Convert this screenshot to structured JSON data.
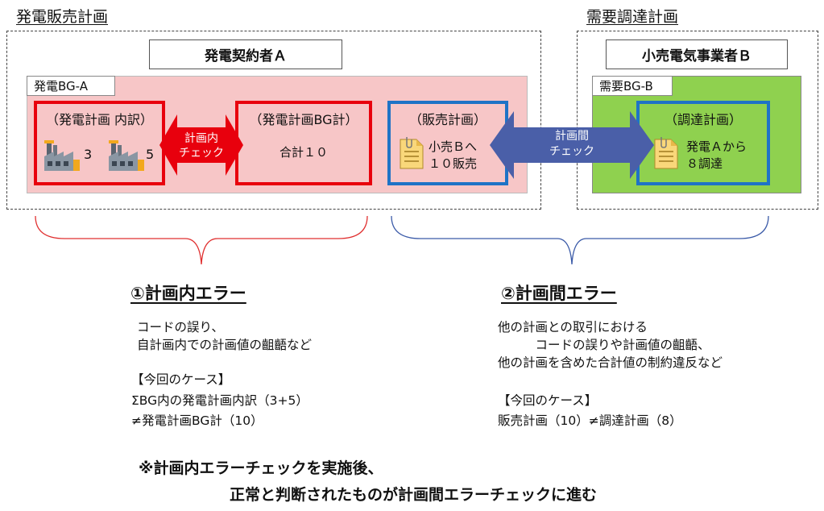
{
  "sales_plan": {
    "title": "発電販売計画",
    "contractor_label": "発電契約者Ａ",
    "bg_label": "発電BG-A",
    "breakdown_title": "（発電計画 内訳）",
    "unit1_value": "3",
    "unit2_value": "5",
    "bg_total_title": "（発電計画BG計）",
    "bg_total_text": "合計１０",
    "sales_title": "（販売計画）",
    "sales_text_1": "小売Ｂへ",
    "sales_text_2": "１０販売"
  },
  "procurement_plan": {
    "title": "需要調達計画",
    "retailer_label": "小売電気事業者Ｂ",
    "bg_label": "需要BG-B",
    "procure_title": "（調達計画）",
    "procure_text_1": "発電Ａから",
    "procure_text_2": "８調達"
  },
  "arrows": {
    "intra_line1": "計画内",
    "intra_line2": "チェック",
    "inter_line1": "計画間",
    "inter_line2": "チェック"
  },
  "error1": {
    "heading": "①計画内エラー",
    "desc": "コードの誤り、\n自計画内での計画値の齟齬など",
    "case_heading": "【今回のケース】",
    "case_line1": "ΣBG内の発電計画内訳（3+5）",
    "case_line2": "≠発電計画BG計（10）"
  },
  "error2": {
    "heading": "②計画間エラー",
    "desc": "他の計画との取引における\n　　　コードの誤りや計画値の齟齬、\n他の計画を含めた合計値の制約違反など",
    "case_heading": "【今回のケース】",
    "case_line1": "販売計画（10）≠調達計画（8）"
  },
  "footer": {
    "line1": "※計画内エラーチェックを実施後、",
    "line2": "正常と判断されたものが計画間エラーチェックに進む"
  },
  "colors": {
    "pink_bg": "#f7c6c7",
    "green_bg": "#8fd14f",
    "red": "#e8000d",
    "blue": "#1f73c6",
    "arrow_blue": "#4a5fa8"
  },
  "icons": {
    "factory": "factory-icon",
    "document": "document-icon"
  }
}
